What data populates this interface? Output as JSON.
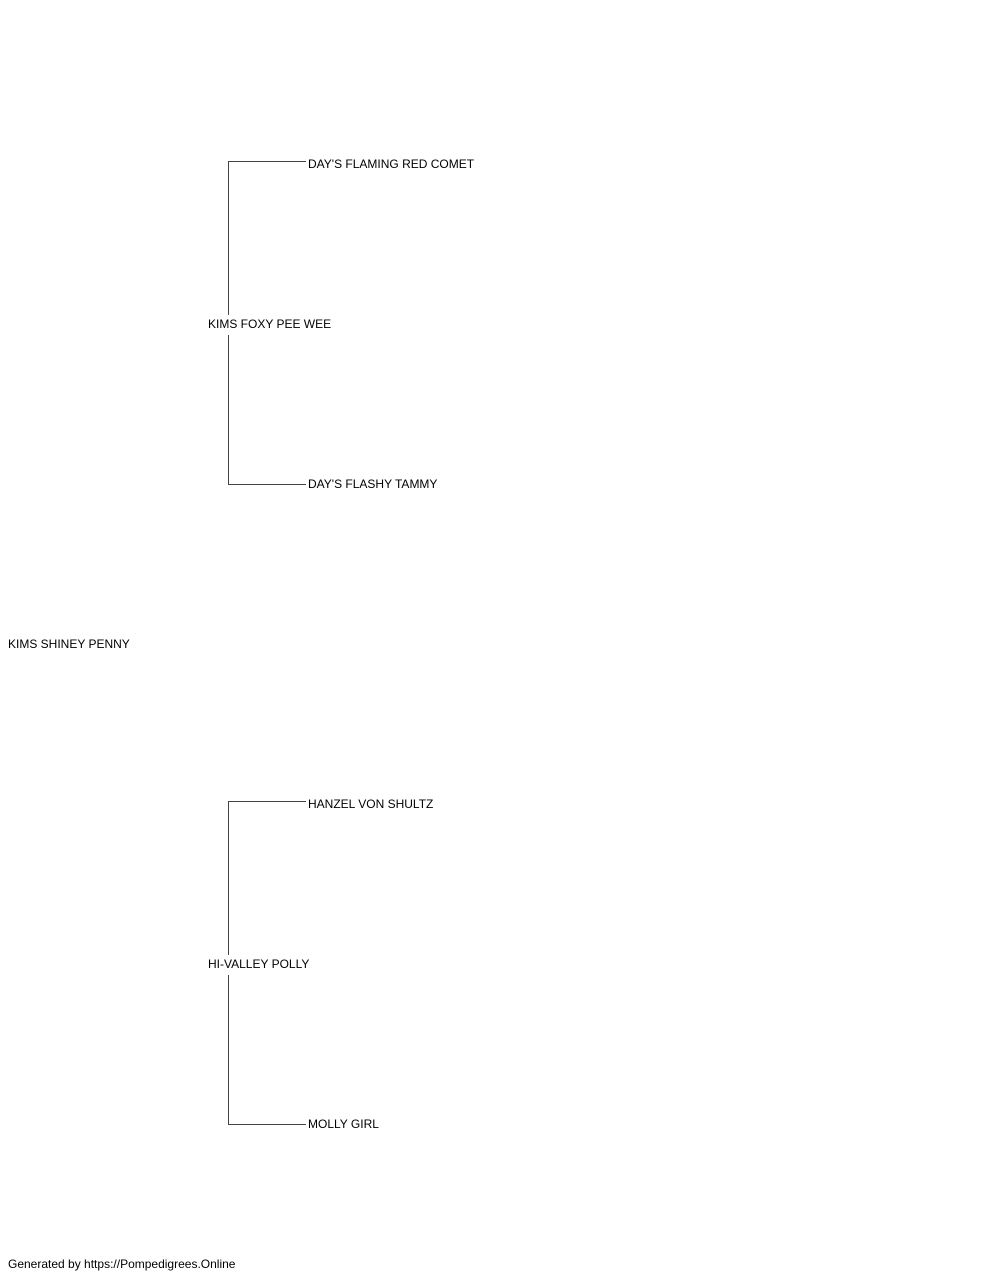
{
  "pedigree": {
    "subject": "KIMS SHINEY PENNY",
    "sire": {
      "name": "KIMS FOXY PEE WEE",
      "sire": "DAY'S FLAMING RED COMET",
      "dam": "DAY'S FLASHY TAMMY"
    },
    "dam": {
      "name": "HI-VALLEY POLLY",
      "sire": "HANZEL VON SHULTZ",
      "dam": "MOLLY GIRL"
    }
  },
  "footer": {
    "credit": "Generated by https://Pompedigrees.Online"
  }
}
